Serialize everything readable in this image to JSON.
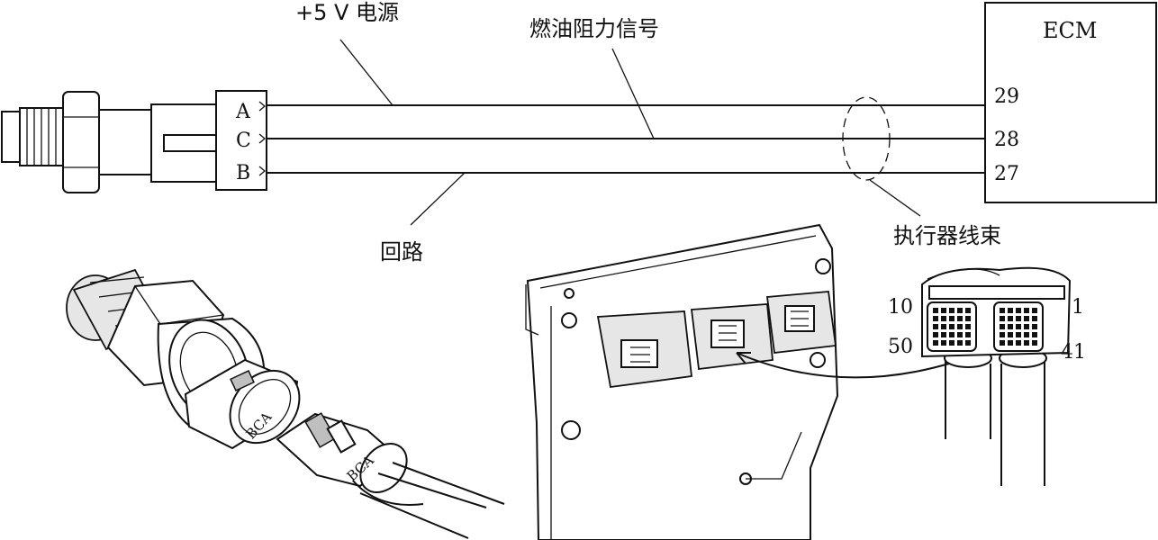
{
  "ecm": {
    "title": "ECM",
    "pins": [
      {
        "pin": "29",
        "wire": "A"
      },
      {
        "pin": "28",
        "wire": "C"
      },
      {
        "pin": "27",
        "wire": "B"
      }
    ]
  },
  "sensor_connector": {
    "terminals": [
      "A",
      "C",
      "B"
    ]
  },
  "labels": {
    "power_5v": "+5 V 电源",
    "fuel_signal": "燃油阻力信号",
    "return": "回路",
    "harness": "执行器线束"
  },
  "bottom_connector": {
    "pin_labels": {
      "top_left": "10",
      "top_right": "1",
      "bottom_left": "50",
      "bottom_right": "41"
    }
  },
  "sensor_plug_label": "BCA",
  "mating_plug_label": "BCA",
  "icons": {
    "sensor": "pressure-sensor-icon",
    "ecm_module": "ecm-module-icon",
    "harness_plug": "harness-plug-icon"
  }
}
